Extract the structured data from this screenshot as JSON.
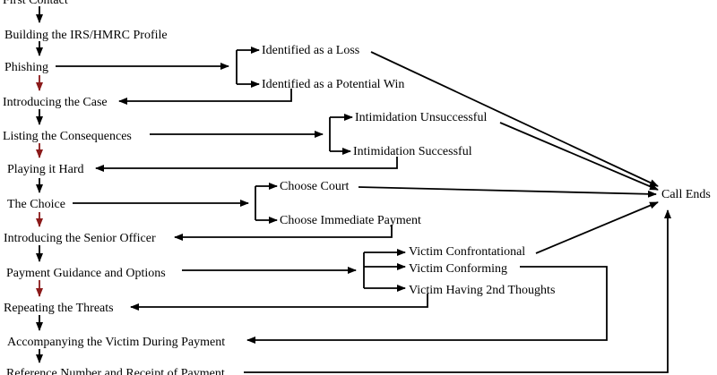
{
  "colors": {
    "line": "#000000",
    "red_arrow": "#8b1a1a"
  },
  "stages": [
    "First Contact",
    "Building the IRS/HMRC Profile",
    "Phishing",
    "Introducing the Case",
    "Listing the Consequences",
    "Playing it Hard",
    "The Choice",
    "Introducing the Senior Officer",
    "Payment Guidance and Options",
    "Repeating the Threats",
    "Accompanying the Victim During Payment",
    "Reference Number and Receipt of Payment"
  ],
  "step_arrow_colors": [
    "black",
    "black",
    "red",
    "black",
    "red",
    "black",
    "red",
    "black",
    "red",
    "black",
    "black"
  ],
  "branches": {
    "phishing": [
      "Identified as a Loss",
      "Identified as a Potential Win"
    ],
    "consequences": [
      "Intimidation Unsuccessful",
      "Intimidation Successful"
    ],
    "choice": [
      "Choose Court",
      "Choose Immediate Payment"
    ],
    "payment": [
      "Victim Confrontational",
      "Victim Conforming",
      "Victim Having 2nd Thoughts"
    ]
  },
  "end_label": "Call Ends"
}
